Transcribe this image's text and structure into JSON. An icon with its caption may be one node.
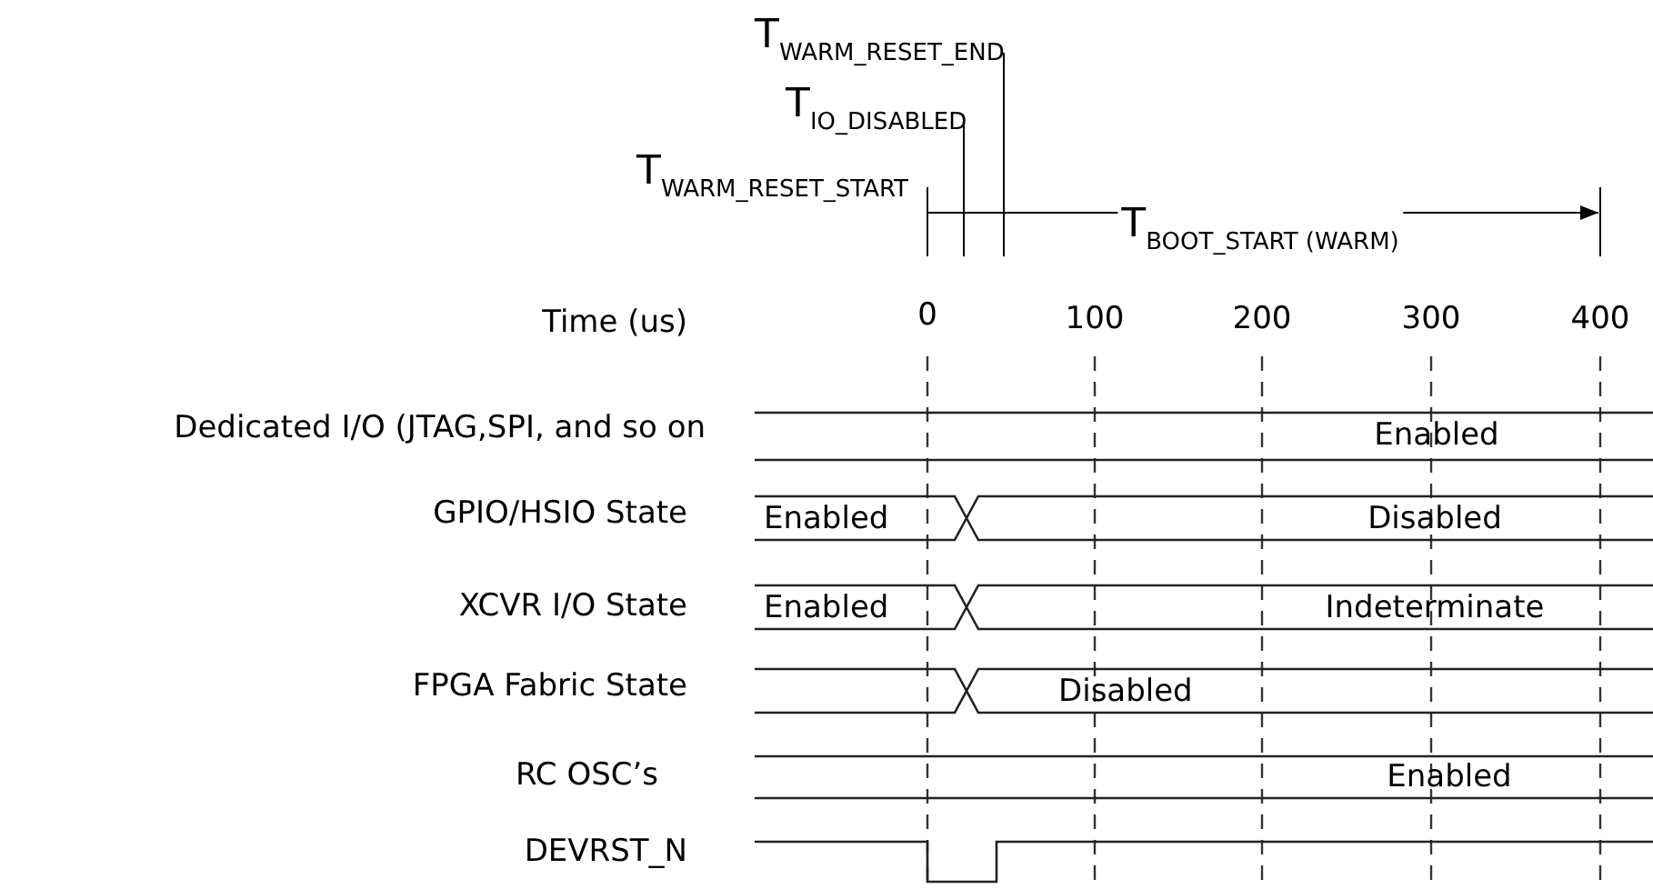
{
  "diagram": {
    "labels": [
      "T$_{WARM_RESET_END}$",
      "T$_{IO_DISABLED}$",
      "T$_{WARM_RESET_START}$",
      "T$_{BOOT_START (WARM)}$",
      "Time (us)",
      "0",
      "100",
      "200",
      "300",
      "400",
      "Dedicated I/O (JTAG,SPI, and so on",
      "Enabled",
      "GPIO/HSIO State",
      "Enabled",
      "Disabled",
      "XCVR I/O State",
      "Enabled",
      "Indeterminate",
      "FPGA Fabric State",
      "Disabled",
      "RC OSC’s",
      "Enabled",
      "DEVRST_N"
    ]
  }
}
